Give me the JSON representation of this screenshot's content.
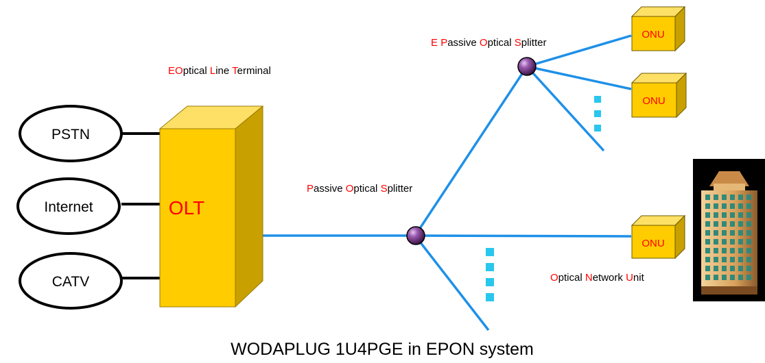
{
  "services": [
    {
      "label": "PSTN"
    },
    {
      "label": "Internet"
    },
    {
      "label": "CATV"
    }
  ],
  "olt": {
    "box_label": "OLT",
    "caption": [
      {
        "t": "EO",
        "accent": true
      },
      {
        "t": "ptical ",
        "accent": false
      },
      {
        "t": "L",
        "accent": true
      },
      {
        "t": "ine ",
        "accent": false
      },
      {
        "t": "T",
        "accent": true
      },
      {
        "t": "erminal",
        "accent": false
      }
    ]
  },
  "main_splitter": {
    "caption": [
      {
        "t": "P",
        "accent": true
      },
      {
        "t": "assive ",
        "accent": false
      },
      {
        "t": "O",
        "accent": true
      },
      {
        "t": "ptical ",
        "accent": false
      },
      {
        "t": "S",
        "accent": true
      },
      {
        "t": "plitter",
        "accent": false
      }
    ]
  },
  "upper_splitter": {
    "caption": [
      {
        "t": "E ",
        "accent": true
      },
      {
        "t": "P",
        "accent": true
      },
      {
        "t": "assive ",
        "accent": false
      },
      {
        "t": "O",
        "accent": true
      },
      {
        "t": "ptical ",
        "accent": false
      },
      {
        "t": "S",
        "accent": true
      },
      {
        "t": "plitter",
        "accent": false
      }
    ]
  },
  "onus": [
    {
      "label": "ONU"
    },
    {
      "label": "ONU"
    },
    {
      "label": "ONU"
    }
  ],
  "onu_caption": [
    {
      "t": "O",
      "accent": true
    },
    {
      "t": "ptical ",
      "accent": false
    },
    {
      "t": "N",
      "accent": true
    },
    {
      "t": "etwork ",
      "accent": false
    },
    {
      "t": "U",
      "accent": true
    },
    {
      "t": "nit",
      "accent": false
    }
  ],
  "title": "WODAPLUG 1U4PGE in EPON system",
  "colors": {
    "accent": "#ff0000",
    "fiber": "#1e90e8",
    "dots": "#29c6ee",
    "olt_front": "#ffcc00",
    "olt_top": "#ffe066",
    "olt_side": "#c8a000",
    "onu_front": "#ffcc00",
    "splitter": "#7a3c8c"
  }
}
